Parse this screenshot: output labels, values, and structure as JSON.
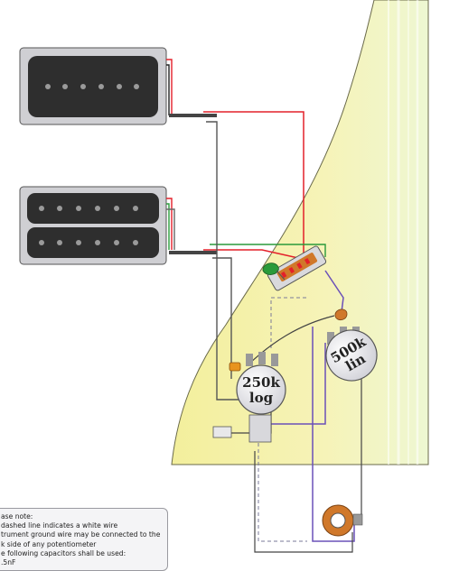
{
  "pots": [
    {
      "value": "250k",
      "taper": "log"
    },
    {
      "value": "500k",
      "taper": "lin"
    }
  ],
  "note": {
    "lines": [
      "ase note:",
      "dashed line indicates a white wire",
      "trument ground wire may be connected to the",
      "k side of any potentiometer",
      "e following capacitors shall be used:",
      ".5nF"
    ]
  },
  "colors": {
    "body": "#f2eea0",
    "hot": "#e4202a",
    "ground": "#5a5a5a",
    "green": "#2a9a3a",
    "purple": "#6a50b8",
    "switch": "#d0782a",
    "pickup": "#2e2e2e"
  }
}
